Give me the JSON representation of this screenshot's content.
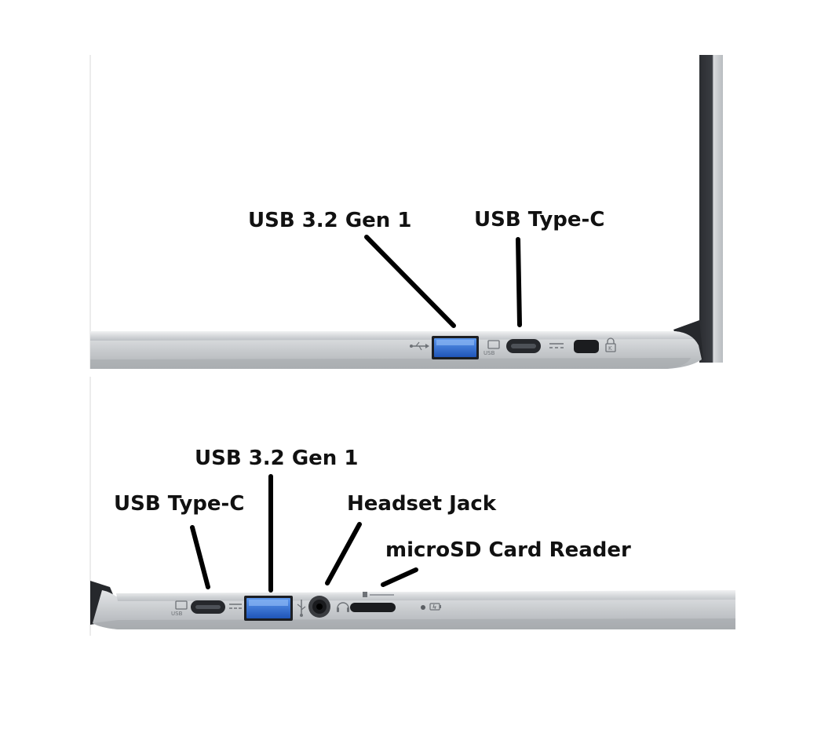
{
  "colors": {
    "label": "#111111",
    "chassis": "#c9cccf",
    "chassis_dark": "#2b2d31",
    "usb_a_blue": "#2f6fd6"
  },
  "top_view": {
    "labels": {
      "usb_a": "USB 3.2 Gen 1",
      "usb_c": "USB Type-C"
    }
  },
  "bottom_view": {
    "labels": {
      "usb_c": "USB Type-C",
      "usb_a": "USB 3.2 Gen 1",
      "headset": "Headset Jack",
      "microsd": "microSD Card Reader"
    }
  },
  "icons": {
    "usb_symbol": "usb-icon",
    "display_output": "display-usb-icon",
    "dc_power": "dc-power-icon",
    "lock": "kensington-lock-icon",
    "headset": "headset-icon",
    "microsd": "microsd-icon",
    "battery": "battery-led-icon"
  }
}
